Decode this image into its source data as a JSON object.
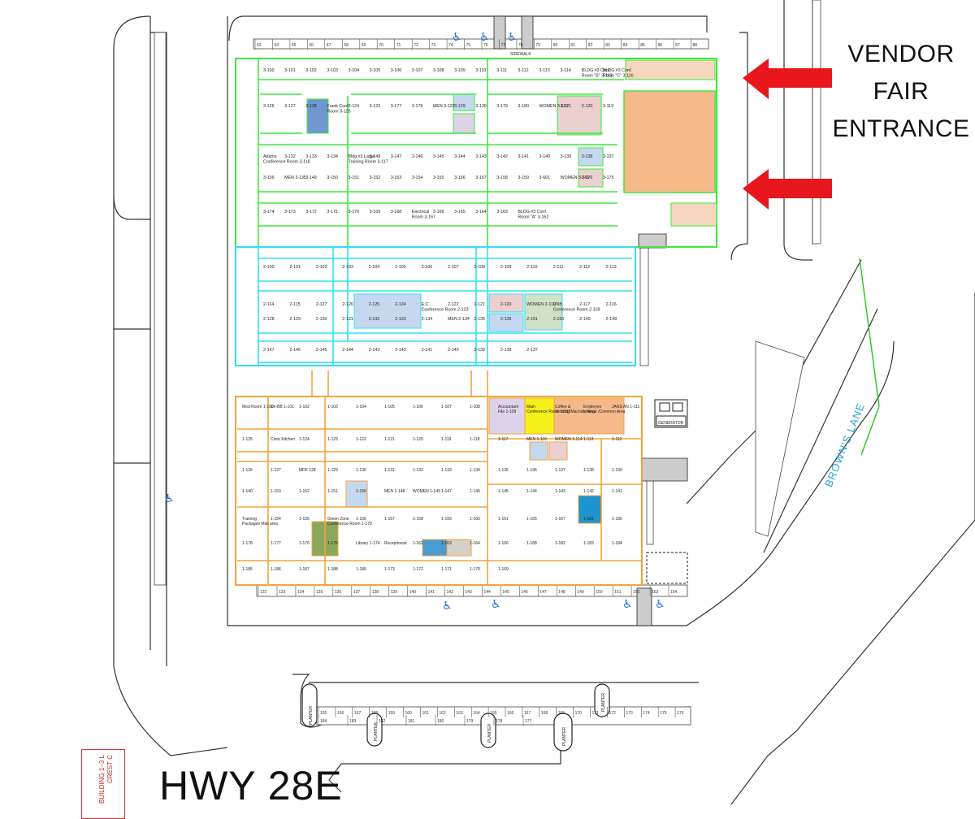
{
  "callout": {
    "line1": "VENDOR",
    "line2": "FAIR",
    "line3": "ENTRANCE"
  },
  "highway_label": "HWY 28E",
  "street_label": "BROWN'S LANE",
  "title_block": {
    "line1": "CREST C",
    "line2": "BUILDING 1–3 L"
  },
  "colors": {
    "bldg3": "#3ee83e",
    "bldg2": "#2fe0ef",
    "bldg1": "#f0a33e",
    "arrow": "#e8171d",
    "orange_room": "#f6b98a",
    "blue_room": "#c6d8ef",
    "purple_room": "#ddd3e8",
    "yellow_room": "#f6f11a",
    "green_room": "#8aa85a",
    "teal_room": "#1d95d1",
    "pink_room": "#eccfcf",
    "sage_room": "#d3e0c8",
    "road": "#222222"
  },
  "icons": [
    "accessible-parking-icon",
    "entrance-arrow-icon"
  ],
  "rooms": {
    "bldg3": [
      {
        "label": "3-100",
        "k": "n"
      },
      {
        "label": "3-101",
        "k": "n"
      },
      {
        "label": "3-102",
        "k": "n"
      },
      {
        "label": "3-103",
        "k": "n"
      },
      {
        "label": "3-104",
        "k": "n"
      },
      {
        "label": "3-105",
        "k": "n"
      },
      {
        "label": "3-106",
        "k": "n"
      },
      {
        "label": "3-107",
        "k": "n"
      },
      {
        "label": "3-108",
        "k": "n"
      },
      {
        "label": "3-109",
        "k": "n"
      },
      {
        "label": "3-110",
        "k": "n"
      },
      {
        "label": "3-111",
        "k": "n"
      },
      {
        "label": "3-112",
        "k": "n"
      },
      {
        "label": "3-113",
        "k": "n"
      },
      {
        "label": "3-114",
        "k": "n"
      },
      {
        "label": "BLDG #3 Conf. Room \"B\" 3-115",
        "k": "o"
      },
      {
        "label": "BLDG #3 Conf. Room \"C\" 3-116",
        "k": "o"
      },
      {
        "label": "3-126",
        "k": "n"
      },
      {
        "label": "3-127",
        "k": "n"
      },
      {
        "label": "3-128",
        "k": "n"
      },
      {
        "label": "Frank Conf. Room 3-125",
        "k": "b"
      },
      {
        "label": "3-124",
        "k": "n"
      },
      {
        "label": "3-123",
        "k": "n"
      },
      {
        "label": "3-177",
        "k": "n"
      },
      {
        "label": "3-178",
        "k": "n"
      },
      {
        "label": "MEN 3-122",
        "k": "b"
      },
      {
        "label": "3-129",
        "k": "n"
      },
      {
        "label": "3-130",
        "k": "n"
      },
      {
        "label": "3-179",
        "k": "n"
      },
      {
        "label": "3-180",
        "k": "n"
      },
      {
        "label": "WOMEN 3-131",
        "k": "p"
      },
      {
        "label": "3-121",
        "k": "n"
      },
      {
        "label": "3-120",
        "k": "n"
      },
      {
        "label": "3-119",
        "k": "n"
      },
      {
        "label": "Adams Conference Room 3-118",
        "k": "pk"
      },
      {
        "label": "3-132",
        "k": "n"
      },
      {
        "label": "3-133",
        "k": "n"
      },
      {
        "label": "3-134",
        "k": "n"
      },
      {
        "label": "Bldg #3 Large Training Room 3-117",
        "k": "o"
      },
      {
        "label": "3-148",
        "k": "n"
      },
      {
        "label": "3-147",
        "k": "n"
      },
      {
        "label": "3-146",
        "k": "n"
      },
      {
        "label": "3-145",
        "k": "n"
      },
      {
        "label": "3-144",
        "k": "n"
      },
      {
        "label": "3-143",
        "k": "n"
      },
      {
        "label": "3-142",
        "k": "n"
      },
      {
        "label": "3-141",
        "k": "n"
      },
      {
        "label": "3-140",
        "k": "n"
      },
      {
        "label": "3-139",
        "k": "n"
      },
      {
        "label": "3-138",
        "k": "n"
      },
      {
        "label": "3-137",
        "k": "n"
      },
      {
        "label": "3-136",
        "k": "n"
      },
      {
        "label": "MEN 3-135",
        "k": "b"
      },
      {
        "label": "3-149",
        "k": "n"
      },
      {
        "label": "3-150",
        "k": "n"
      },
      {
        "label": "3-151",
        "k": "n"
      },
      {
        "label": "3-152",
        "k": "n"
      },
      {
        "label": "3-153",
        "k": "n"
      },
      {
        "label": "3-154",
        "k": "n"
      },
      {
        "label": "3-155",
        "k": "n"
      },
      {
        "label": "3-156",
        "k": "n"
      },
      {
        "label": "3-157",
        "k": "n"
      },
      {
        "label": "3-158",
        "k": "n"
      },
      {
        "label": "3-159",
        "k": "n"
      },
      {
        "label": "3-601",
        "k": "n"
      },
      {
        "label": "WOMEN 3-161",
        "k": "pk"
      },
      {
        "label": "3-176",
        "k": "n"
      },
      {
        "label": "3-175",
        "k": "n"
      },
      {
        "label": "3-174",
        "k": "n"
      },
      {
        "label": "3-173",
        "k": "n"
      },
      {
        "label": "3-172",
        "k": "n"
      },
      {
        "label": "3-171",
        "k": "n"
      },
      {
        "label": "3-170",
        "k": "n"
      },
      {
        "label": "3-169",
        "k": "n"
      },
      {
        "label": "3-168",
        "k": "n"
      },
      {
        "label": "Electrical Room 3-167",
        "k": "n"
      },
      {
        "label": "3-166",
        "k": "n"
      },
      {
        "label": "3-165",
        "k": "n"
      },
      {
        "label": "3-164",
        "k": "n"
      },
      {
        "label": "3-163",
        "k": "n"
      },
      {
        "label": "BLDG #3 Conf. Room \"A\" 3-162",
        "k": "o"
      }
    ],
    "bldg2": [
      {
        "label": "2-100",
        "k": "n"
      },
      {
        "label": "2-101",
        "k": "n"
      },
      {
        "label": "2-102",
        "k": "n"
      },
      {
        "label": "2-103",
        "k": "n"
      },
      {
        "label": "2-104",
        "k": "n"
      },
      {
        "label": "2-105",
        "k": "n"
      },
      {
        "label": "2-106",
        "k": "n"
      },
      {
        "label": "2-107",
        "k": "n"
      },
      {
        "label": "2-108",
        "k": "n"
      },
      {
        "label": "2-109",
        "k": "n"
      },
      {
        "label": "2-110",
        "k": "n"
      },
      {
        "label": "2-111",
        "k": "n"
      },
      {
        "label": "2-112",
        "k": "n"
      },
      {
        "label": "2-113",
        "k": "n"
      },
      {
        "label": "2-114",
        "k": "n"
      },
      {
        "label": "2-115",
        "k": "n"
      },
      {
        "label": "2-127",
        "k": "n"
      },
      {
        "label": "2-126",
        "k": "n"
      },
      {
        "label": "2-125",
        "k": "n"
      },
      {
        "label": "2-124",
        "k": "n"
      },
      {
        "label": "E.C. Conference Room 2-123",
        "k": "b"
      },
      {
        "label": "2-122",
        "k": "n"
      },
      {
        "label": "2-121",
        "k": "n"
      },
      {
        "label": "2-120",
        "k": "n"
      },
      {
        "label": "WOMEN 2-119",
        "k": "pk"
      },
      {
        "label": "CNB Conference Room 2-118",
        "k": "sg"
      },
      {
        "label": "2-117",
        "k": "n"
      },
      {
        "label": "2-116",
        "k": "n"
      },
      {
        "label": "2-128",
        "k": "n"
      },
      {
        "label": "2-129",
        "k": "n"
      },
      {
        "label": "2-130",
        "k": "n"
      },
      {
        "label": "2-131",
        "k": "n"
      },
      {
        "label": "2-132",
        "k": "n"
      },
      {
        "label": "2-133",
        "k": "n"
      },
      {
        "label": "2-134",
        "k": "n"
      },
      {
        "label": "MEN 2-134",
        "k": "b"
      },
      {
        "label": "2-135",
        "k": "n"
      },
      {
        "label": "2-136",
        "k": "n"
      },
      {
        "label": "2-151",
        "k": "n"
      },
      {
        "label": "2-150",
        "k": "n"
      },
      {
        "label": "2-149",
        "k": "n"
      },
      {
        "label": "2-148",
        "k": "n"
      },
      {
        "label": "2-147",
        "k": "n"
      },
      {
        "label": "2-146",
        "k": "n"
      },
      {
        "label": "2-145",
        "k": "n"
      },
      {
        "label": "2-144",
        "k": "n"
      },
      {
        "label": "2-143",
        "k": "n"
      },
      {
        "label": "2-142",
        "k": "n"
      },
      {
        "label": "2-141",
        "k": "n"
      },
      {
        "label": "2-140",
        "k": "n"
      },
      {
        "label": "2-139",
        "k": "n"
      },
      {
        "label": "2-138",
        "k": "n"
      },
      {
        "label": "2-137",
        "k": "n"
      }
    ],
    "bldg1": [
      {
        "label": "Mod Room 1-100",
        "k": "n"
      },
      {
        "label": "Un-BB 1-101",
        "k": "n"
      },
      {
        "label": "1-102",
        "k": "n"
      },
      {
        "label": "1-103",
        "k": "n"
      },
      {
        "label": "1-104",
        "k": "n"
      },
      {
        "label": "1-105",
        "k": "n"
      },
      {
        "label": "1-106",
        "k": "n"
      },
      {
        "label": "1-107",
        "k": "n"
      },
      {
        "label": "1-108",
        "k": "n"
      },
      {
        "label": "Accountant File 1-109",
        "k": "n"
      },
      {
        "label": "Main Conference Room 1-110",
        "k": "p"
      },
      {
        "label": "Coffee & Vending Machine Area",
        "k": "y"
      },
      {
        "label": "Employee Lounge /Common Area",
        "k": "o"
      },
      {
        "label": "JANS AN 1-111",
        "k": "n"
      },
      {
        "label": "1-125",
        "k": "n"
      },
      {
        "label": "Crest Kitchen",
        "k": "n"
      },
      {
        "label": "1-124",
        "k": "n"
      },
      {
        "label": "1-123",
        "k": "n"
      },
      {
        "label": "1-122",
        "k": "n"
      },
      {
        "label": "1-121",
        "k": "n"
      },
      {
        "label": "1-120",
        "k": "n"
      },
      {
        "label": "1-119",
        "k": "n"
      },
      {
        "label": "1-118",
        "k": "n"
      },
      {
        "label": "1-117",
        "k": "n"
      },
      {
        "label": "MEN 1-116",
        "k": "b"
      },
      {
        "label": "WOMEN 1-114",
        "k": "pk"
      },
      {
        "label": "1-113",
        "k": "n"
      },
      {
        "label": "1-112",
        "k": "n"
      },
      {
        "label": "1-126",
        "k": "n"
      },
      {
        "label": "1-127",
        "k": "n"
      },
      {
        "label": "MDF 128",
        "k": "n"
      },
      {
        "label": "1-129",
        "k": "n"
      },
      {
        "label": "1-130",
        "k": "n"
      },
      {
        "label": "1-131",
        "k": "n"
      },
      {
        "label": "1-132",
        "k": "n"
      },
      {
        "label": "1-133",
        "k": "n"
      },
      {
        "label": "1-134",
        "k": "n"
      },
      {
        "label": "1-135",
        "k": "n"
      },
      {
        "label": "1-136",
        "k": "n"
      },
      {
        "label": "1-137",
        "k": "n"
      },
      {
        "label": "1-138",
        "k": "n"
      },
      {
        "label": "1-139",
        "k": "n"
      },
      {
        "label": "1-140",
        "k": "n"
      },
      {
        "label": "1-153",
        "k": "n"
      },
      {
        "label": "1-152",
        "k": "n"
      },
      {
        "label": "1-151",
        "k": "n"
      },
      {
        "label": "1-150",
        "k": "n"
      },
      {
        "label": "MEN 1-148",
        "k": "b"
      },
      {
        "label": "WOMEN 1-149",
        "k": "pk"
      },
      {
        "label": "1-147",
        "k": "n"
      },
      {
        "label": "1-146",
        "k": "n"
      },
      {
        "label": "1-145",
        "k": "n"
      },
      {
        "label": "1-144",
        "k": "n"
      },
      {
        "label": "1-143",
        "k": "n"
      },
      {
        "label": "1-142",
        "k": "n"
      },
      {
        "label": "1-141",
        "k": "n"
      },
      {
        "label": "Training Packages Mail area",
        "k": "t"
      },
      {
        "label": "1-154",
        "k": "n"
      },
      {
        "label": "1-155",
        "k": "n"
      },
      {
        "label": "Green Zone Conference Room 1-179",
        "k": "g"
      },
      {
        "label": "1-156",
        "k": "n"
      },
      {
        "label": "1-157",
        "k": "n"
      },
      {
        "label": "1-158",
        "k": "n"
      },
      {
        "label": "1-159",
        "k": "n"
      },
      {
        "label": "1-160",
        "k": "n"
      },
      {
        "label": "1-161",
        "k": "n"
      },
      {
        "label": "1-165",
        "k": "n"
      },
      {
        "label": "1-167",
        "k": "n"
      },
      {
        "label": "1-181",
        "k": "n"
      },
      {
        "label": "1-180",
        "k": "n"
      },
      {
        "label": "1-178",
        "k": "n"
      },
      {
        "label": "1-177",
        "k": "n"
      },
      {
        "label": "1-176",
        "k": "n"
      },
      {
        "label": "1-175",
        "k": "n"
      },
      {
        "label": "Library 1-174",
        "k": "t"
      },
      {
        "label": "Receptionist",
        "k": "n"
      },
      {
        "label": "1-162",
        "k": "n"
      },
      {
        "label": "1-163",
        "k": "n"
      },
      {
        "label": "1-164",
        "k": "n"
      },
      {
        "label": "1-166",
        "k": "n"
      },
      {
        "label": "1-168",
        "k": "n"
      },
      {
        "label": "1-182",
        "k": "n"
      },
      {
        "label": "1-183",
        "k": "n"
      },
      {
        "label": "1-184",
        "k": "n"
      },
      {
        "label": "1-185",
        "k": "n"
      },
      {
        "label": "1-186",
        "k": "n"
      },
      {
        "label": "1-187",
        "k": "n"
      },
      {
        "label": "1-188",
        "k": "n"
      },
      {
        "label": "1-189",
        "k": "n"
      },
      {
        "label": "1-173",
        "k": "n"
      },
      {
        "label": "1-172",
        "k": "n"
      },
      {
        "label": "1-171",
        "k": "n"
      },
      {
        "label": "1-170",
        "k": "n"
      },
      {
        "label": "1-169",
        "k": "n"
      }
    ]
  },
  "parking": {
    "top_row": [
      "63",
      "64",
      "65",
      "66",
      "67",
      "68",
      "69",
      "70",
      "71",
      "72",
      "73",
      "74",
      "75",
      "76",
      "77",
      "78",
      "79",
      "80",
      "81",
      "82",
      "83",
      "84",
      "85",
      "86",
      "87",
      "88"
    ],
    "bottom_row": [
      "132",
      "133",
      "134",
      "135",
      "136",
      "137",
      "138",
      "139",
      "140",
      "141",
      "142",
      "143",
      "144",
      "145",
      "146",
      "147",
      "148",
      "149",
      "150",
      "151",
      "152",
      "153",
      "154"
    ],
    "planter_upper": [
      "155",
      "156",
      "157",
      "158",
      "159",
      "160",
      "161",
      "162",
      "163",
      "164",
      "165",
      "166",
      "167",
      "168",
      "169",
      "170",
      "171",
      "172",
      "173",
      "174",
      "175",
      "176"
    ],
    "planter_lower": [
      "184",
      "183",
      "182",
      "181",
      "180",
      "179",
      "178",
      "177"
    ],
    "planter_label": "PLANTER",
    "generator_label": "GENERATOR",
    "sidewalk_label": "SIDEWALK"
  }
}
